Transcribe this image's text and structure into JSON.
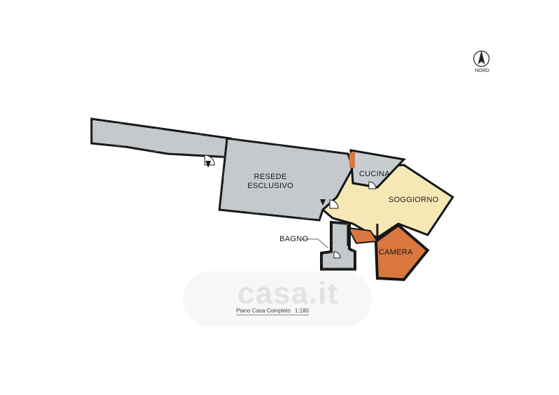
{
  "compass": {
    "label": "NORD",
    "icon": "north-arrow-icon"
  },
  "rooms": {
    "resede": {
      "line1": "RESEDE",
      "line2": "ESCLUSIVO"
    },
    "cucina": "CUCINA",
    "soggiorno": "SOGGIORNO",
    "camera": "CAMERA",
    "bagno": "BAGNO"
  },
  "caption": {
    "title": "Piano Casa Completo",
    "scale": "1:180"
  },
  "watermark": "casa.it",
  "colors": {
    "outdoor": "#c5cacd",
    "kitchen": "#c8cdd0",
    "living": "#f6e8b5",
    "bedroom": "#d9773f",
    "bathroom": "#c5cacd",
    "wall": "#161616"
  }
}
